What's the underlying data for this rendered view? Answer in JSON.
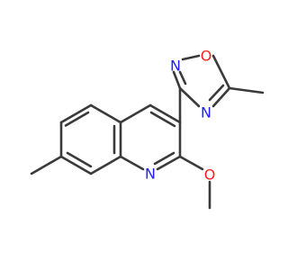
{
  "colors": {
    "background": "#ffffff",
    "bond": "#3a3a3a",
    "nitrogen": "#2020ff",
    "oxygen": "#ff2020"
  },
  "atoms": {
    "oxadiazole_o": "O",
    "oxadiazole_n2": "N",
    "oxadiazole_n4": "N",
    "methoxy_o": "O",
    "quinoline_n": "N"
  }
}
